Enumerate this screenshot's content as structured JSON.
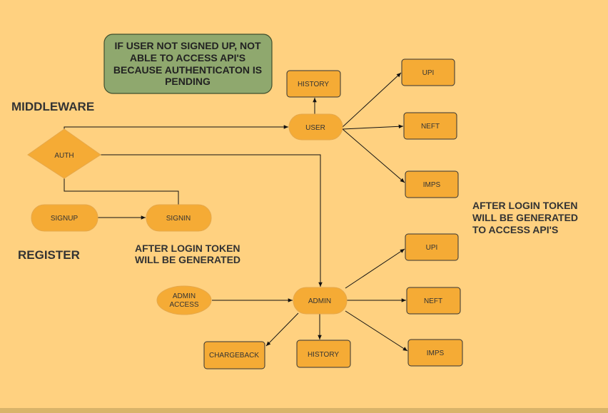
{
  "colors": {
    "background": "#FFD180",
    "node_fill": "#F5AB35",
    "node_stroke": "#E6A84A",
    "note_fill": "#8FA86E",
    "note_stroke": "#3F4F2E",
    "edge": "#111111"
  },
  "headings": {
    "middleware": "MIDDLEWARE",
    "register": "REGISTER"
  },
  "note": {
    "lines": [
      "IF USER NOT SIGNED UP, NOT",
      "ABLE TO ACCESS API'S",
      "BECAUSE AUTHENTICATON IS",
      "PENDING"
    ]
  },
  "annotations": {
    "signin_token": [
      "AFTER LOGIN TOKEN",
      "WILL BE GENERATED"
    ],
    "api_token": [
      "AFTER LOGIN TOKEN",
      "WILL BE GENERATED",
      "TO ACCESS API'S"
    ]
  },
  "nodes": {
    "auth": "AUTH",
    "signup": "SIGNUP",
    "signin": "SIGNIN",
    "user": "USER",
    "user_history": "HISTORY",
    "user_upi": "UPI",
    "user_neft": "NEFT",
    "user_imps": "IMPS",
    "admin_access": [
      "ADMIN",
      "ACCESS"
    ],
    "admin": "ADMIN",
    "admin_upi": "UPI",
    "admin_neft": "NEFT",
    "admin_imps": "IMPS",
    "chargeback": "CHARGEBACK",
    "admin_history": "HISTORY"
  }
}
